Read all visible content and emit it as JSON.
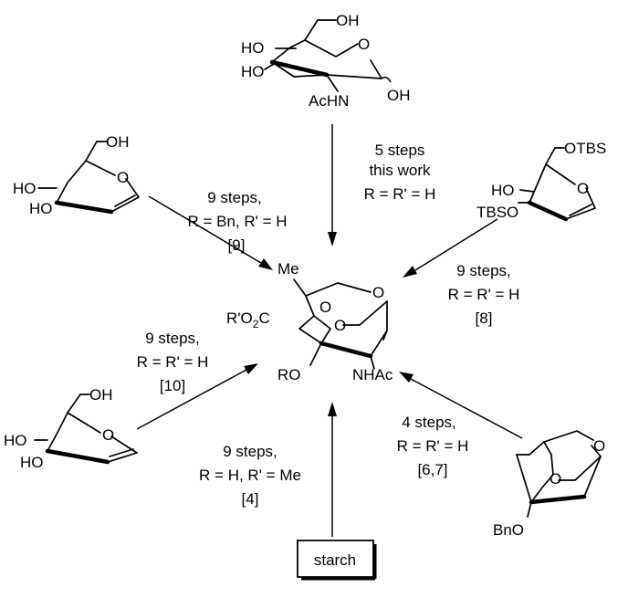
{
  "center": {
    "me": "Me",
    "ester_prefix": "R'O",
    "ester_sub": "2",
    "ester_suffix": "C",
    "o_top": "O",
    "o_bridge": "O",
    "o_ring": "O",
    "ro": "RO",
    "nhac": "NHAc"
  },
  "glcnac": {
    "oh_top": "OH",
    "o_ring": "O",
    "ho1": "HO",
    "ho2": "HO",
    "ahn": "AcHN",
    "oh_anomeric": "OH"
  },
  "glucal_upper_left": {
    "oh_top": "OH",
    "o_ring": "O",
    "ho1": "HO",
    "ho2": "HO"
  },
  "glucal_lower_left": {
    "oh_top": "OH",
    "o_ring": "O",
    "ho1": "HO",
    "ho2": "HO"
  },
  "tbs_glucal": {
    "otbs": "OTBS",
    "o_ring": "O",
    "ho": "HO",
    "tbso": "TBSO"
  },
  "levoglucosan": {
    "o_top": "O",
    "o_bridge": "O",
    "bno": "BnO"
  },
  "routes": {
    "top": [
      "5 steps",
      "this work",
      "R = R' = H"
    ],
    "upper_left": [
      "9 steps,",
      "R = Bn, R' = H",
      "[9]"
    ],
    "upper_right": [
      "9 steps,",
      "R = R' = H",
      "[8]"
    ],
    "lower_left": [
      "9 steps,",
      "R = R' = H",
      "[10]"
    ],
    "bottom": [
      "9 steps,",
      "R = H, R' = Me",
      "[4]"
    ],
    "lower_right": [
      "4 steps,",
      "R = R' = H",
      "[6,7]"
    ]
  },
  "starch_label": "starch"
}
